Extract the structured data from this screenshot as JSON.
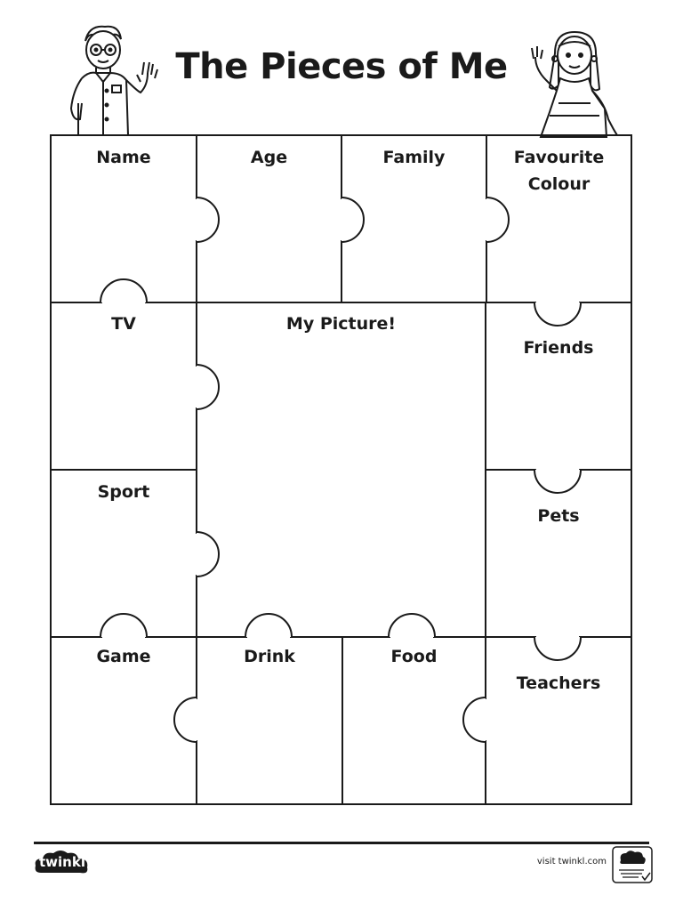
{
  "worksheet": {
    "title": "The Pieces of Me",
    "pieces": {
      "name": "Name",
      "age": "Age",
      "family": "Family",
      "favourite_colour": "Favourite Colour",
      "tv": "TV",
      "my_picture": "My Picture!",
      "friends": "Friends",
      "sport": "Sport",
      "pets": "Pets",
      "game": "Game",
      "drink": "Drink",
      "food": "Food",
      "teachers": "Teachers"
    }
  },
  "footer": {
    "logo": "twinkl",
    "visit": "visit twinkl.com",
    "badge_icon": "quality-standard-badge-icon"
  }
}
